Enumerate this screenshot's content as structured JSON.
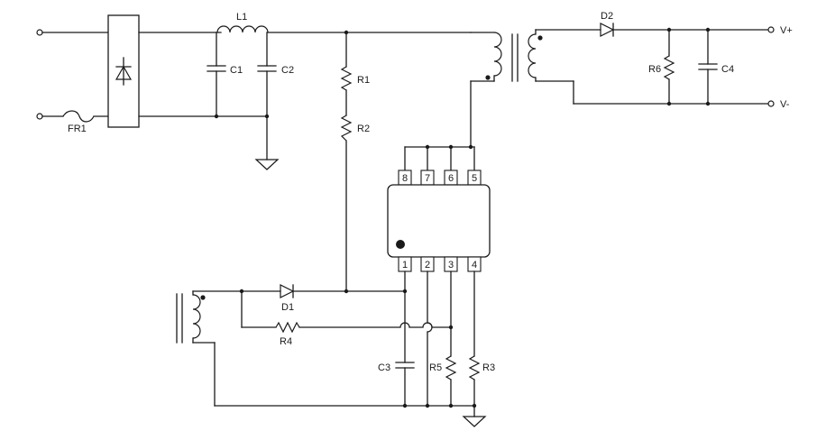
{
  "diagram": {
    "components": {
      "L1": "L1",
      "C1": "C1",
      "C2": "C2",
      "R1": "R1",
      "R2": "R2",
      "FR1": "FR1",
      "D2": "D2",
      "R6": "R6",
      "C4": "C4",
      "D1": "D1",
      "R4": "R4",
      "C3": "C3",
      "R5": "R5",
      "R3": "R3"
    },
    "terminals": {
      "vplus": "V+",
      "vminus": "V-"
    },
    "ic": {
      "top_pins": [
        "8",
        "7",
        "6",
        "5"
      ],
      "bottom_pins": [
        "1",
        "2",
        "3",
        "4"
      ]
    }
  }
}
